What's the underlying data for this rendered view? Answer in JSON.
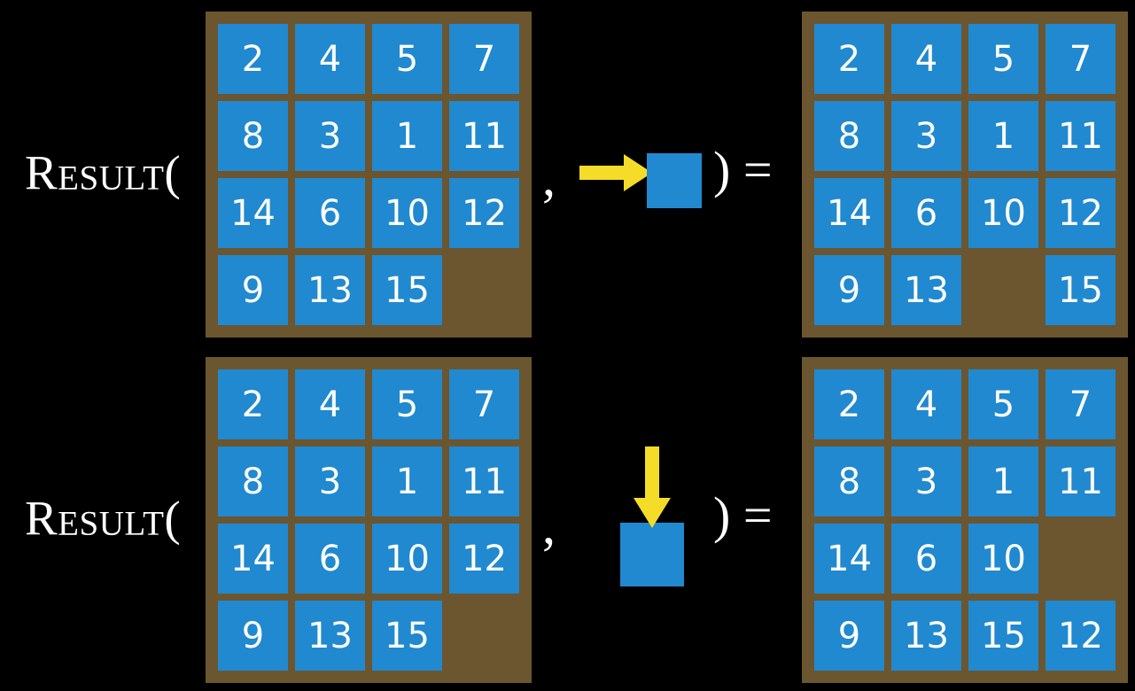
{
  "figure": {
    "title": "",
    "background_color": "#000000",
    "board_color": "#6b5630",
    "tile_color": "#2089d0",
    "tile_text_color": "#ffffff",
    "arrow_color": "#f5dc28",
    "text_color": "#ffffff"
  },
  "rows": [
    {
      "id": "row-top",
      "label": "Result(",
      "comma": ",",
      "close_paren_equals": ") =",
      "action": {
        "name": "slide-right",
        "arrow_direction": "right",
        "arrow_glyph": "→",
        "square_label": ""
      },
      "input_board": {
        "name": "input-grid-top",
        "rows": 4,
        "cols": 4,
        "cells": [
          [
            "2",
            "4",
            "5",
            "7"
          ],
          [
            "8",
            "3",
            "1",
            "11"
          ],
          [
            "14",
            "6",
            "10",
            "12"
          ],
          [
            "9",
            "13",
            "15",
            ""
          ]
        ]
      },
      "output_board": {
        "name": "output-grid-top",
        "rows": 4,
        "cols": 4,
        "cells": [
          [
            "2",
            "4",
            "5",
            "7"
          ],
          [
            "8",
            "3",
            "1",
            "11"
          ],
          [
            "14",
            "6",
            "10",
            "12"
          ],
          [
            "9",
            "13",
            "",
            "15"
          ]
        ]
      }
    },
    {
      "id": "row-bottom",
      "label": "Result(",
      "comma": ",",
      "close_paren_equals": ") =",
      "action": {
        "name": "slide-down",
        "arrow_direction": "down",
        "arrow_glyph": "↓",
        "square_label": ""
      },
      "input_board": {
        "name": "input-grid-bottom",
        "rows": 4,
        "cols": 4,
        "cells": [
          [
            "2",
            "4",
            "5",
            "7"
          ],
          [
            "8",
            "3",
            "1",
            "11"
          ],
          [
            "14",
            "6",
            "10",
            "12"
          ],
          [
            "9",
            "13",
            "15",
            ""
          ]
        ]
      },
      "output_board": {
        "name": "output-grid-bottom",
        "rows": 4,
        "cols": 4,
        "cells": [
          [
            "2",
            "4",
            "5",
            "7"
          ],
          [
            "8",
            "3",
            "1",
            "11"
          ],
          [
            "14",
            "6",
            "10",
            ""
          ],
          [
            "9",
            "13",
            "15",
            "12"
          ]
        ]
      }
    }
  ]
}
